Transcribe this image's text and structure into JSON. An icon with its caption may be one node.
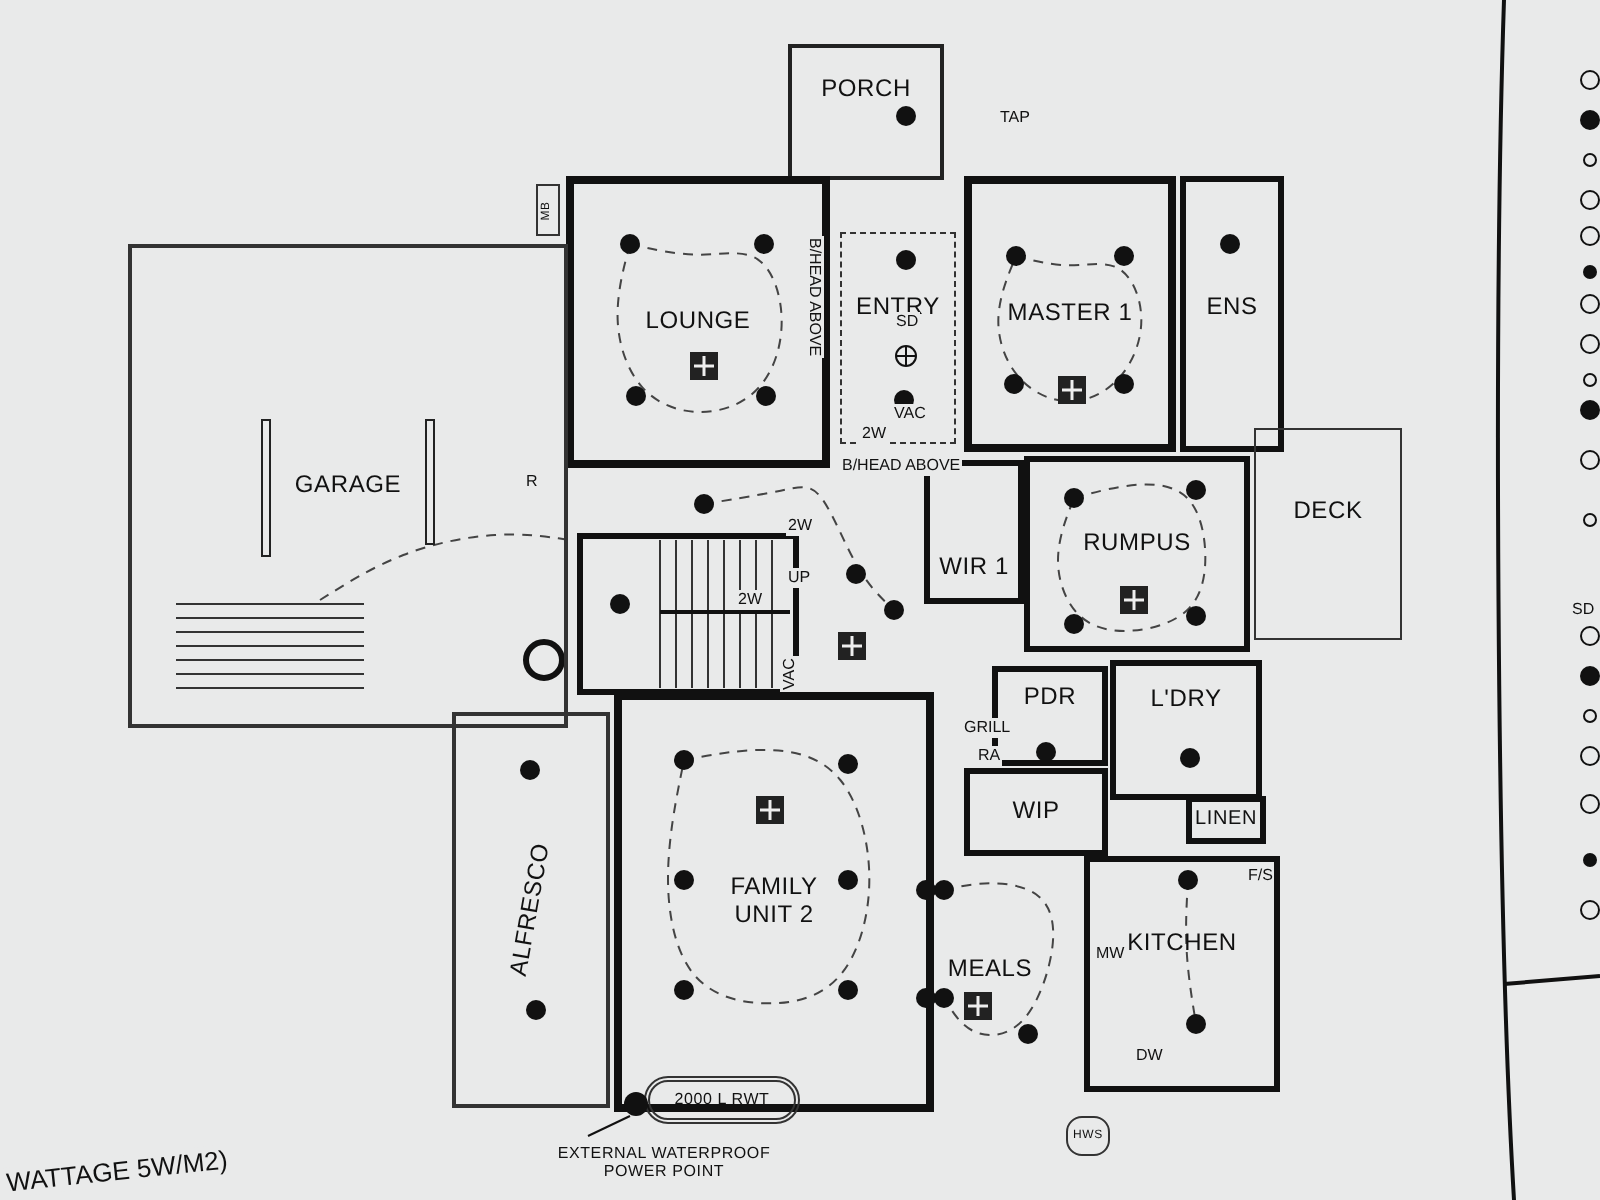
{
  "diagram": {
    "nodes": [
      {
        "text": [
          "PORCH"
        ]
      },
      {
        "text": [
          "LOUNGE"
        ]
      },
      {
        "text": [
          "ENTRY"
        ]
      },
      {
        "text": [
          "MASTER 1"
        ]
      },
      {
        "text": [
          "ENS"
        ]
      },
      {
        "text": [
          "GARAGE"
        ]
      },
      {
        "text": [
          "WIR 1"
        ]
      },
      {
        "text": [
          "RUMPUS"
        ]
      },
      {
        "text": [
          "DECK"
        ]
      },
      {
        "text": [
          "ALFRESCO"
        ]
      },
      {
        "text": [
          "FAMILY UNIT 2"
        ]
      },
      {
        "text": [
          "PDR"
        ]
      },
      {
        "text": [
          "L'DRY"
        ]
      },
      {
        "text": [
          "WIP"
        ]
      },
      {
        "text": [
          "LINEN"
        ]
      },
      {
        "text": [
          "MEALS"
        ]
      },
      {
        "text": [
          "KITCHEN"
        ]
      },
      {
        "text": [
          "2000 L RWT"
        ]
      },
      {
        "text": [
          "HWS"
        ]
      },
      {
        "text": [
          "MB"
        ]
      },
      {
        "text": [
          "EXTERNAL WATERPROOF POWER POINT"
        ]
      },
      {
        "text": [],
        "shape": "circle"
      }
    ],
    "edges": [
      {
        "from": 20,
        "to": 21,
        "arrow": "none"
      }
    ],
    "labels": [
      "TAP",
      "B/HEAD ABOVE",
      "SD",
      "VAC",
      "2W",
      "R",
      "B/HEAD ABOVE",
      "2W",
      "UP",
      "2W",
      "VAC",
      "GRILL",
      "RA",
      "F/S",
      "MW",
      "DW",
      "SD",
      "WATTAGE 5W/M2)"
    ]
  }
}
